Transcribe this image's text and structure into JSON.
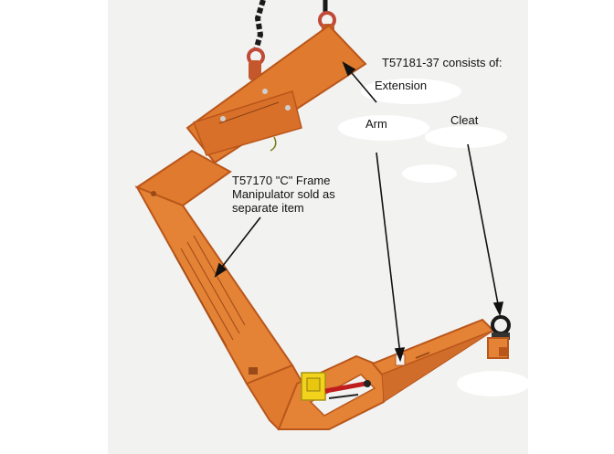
{
  "labels": {
    "consists_of": "T57181-37 consists of:",
    "extension": "Extension",
    "arm": "Arm",
    "cleat": "Cleat",
    "frame_line1": "T57170 \"C\" Frame",
    "frame_line2": "Manipulator sold as",
    "frame_line3": "separate item"
  },
  "colors": {
    "frame": "#e07a2e",
    "frame_dark": "#b9561a",
    "chain": "#1a1a1a",
    "shackle": "#c04a38",
    "yellow_lock": "#f2d21b",
    "background_panel": "#f1f1f0"
  }
}
